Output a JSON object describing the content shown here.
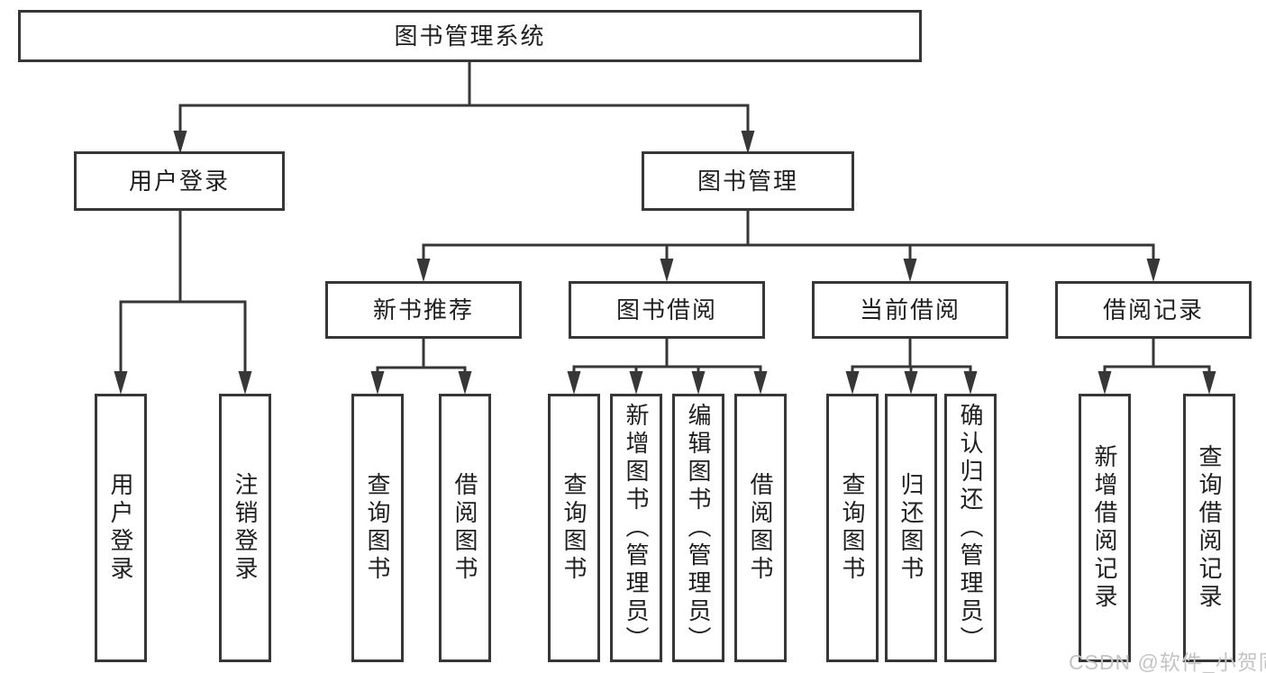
{
  "tree": {
    "label": "图书管理系统",
    "children": [
      {
        "label": "用户登录",
        "children": [
          {
            "label": "用户登录"
          },
          {
            "label": "注销登录"
          }
        ]
      },
      {
        "label": "图书管理",
        "children": [
          {
            "label": "新书推荐",
            "children": [
              {
                "label": "查询图书"
              },
              {
                "label": "借阅图书"
              }
            ]
          },
          {
            "label": "图书借阅",
            "children": [
              {
                "label": "查询图书"
              },
              {
                "label": "新增图书（管理员）"
              },
              {
                "label": "编辑图书（管理员）"
              },
              {
                "label": "借阅图书"
              }
            ]
          },
          {
            "label": "当前借阅",
            "children": [
              {
                "label": "查询图书"
              },
              {
                "label": "归还图书"
              },
              {
                "label": "确认归还（管理员）"
              }
            ]
          },
          {
            "label": "借阅记录",
            "children": [
              {
                "label": "新增借阅记录"
              },
              {
                "label": "查询借阅记录"
              }
            ]
          }
        ]
      }
    ]
  },
  "watermark": "CSDN @软件_小贺同学",
  "colors": {
    "line": "#373737",
    "text": "#1f1f1f",
    "watermark": "#c4c4c4",
    "background": "#ffffff"
  }
}
